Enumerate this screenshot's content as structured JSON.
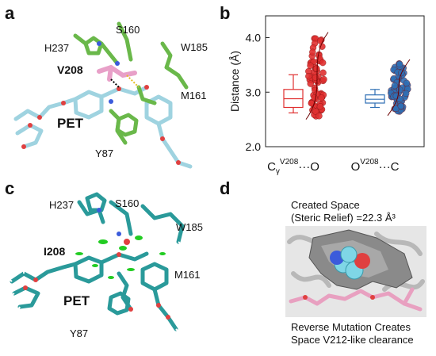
{
  "panels": {
    "a": {
      "label": "a",
      "residues": [
        "H237",
        "S160",
        "W185",
        "V208",
        "M161",
        "PET",
        "Y87"
      ]
    },
    "b": {
      "label": "b",
      "chart_data": {
        "type": "scatter",
        "ylabel": "Distance (Å)",
        "ylim": [
          2.0,
          4.4
        ],
        "yticks": [
          "2.0",
          "3.0",
          "4.0"
        ],
        "categories": [
          {
            "main": "C",
            "sub": "γ",
            "sup": "V208",
            "tail": "···O",
            "color": "#e03030",
            "box": {
              "min": 2.62,
              "q1": 2.72,
              "median": 2.88,
              "q3": 3.05,
              "max": 3.32
            }
          },
          {
            "main": "O",
            "sub": "",
            "sup": "V208",
            "tail": "···C",
            "color": "#2e6fb5",
            "box": {
              "min": 2.72,
              "q1": 2.8,
              "median": 2.87,
              "q3": 2.95,
              "max": 3.05
            }
          }
        ]
      }
    },
    "c": {
      "label": "c",
      "residues": [
        "H237",
        "S160",
        "W185",
        "I208",
        "M161",
        "PET",
        "Y87"
      ]
    },
    "d": {
      "label": "d",
      "title_line1": "Created Space",
      "title_line2": "(Steric Relief) =22.3 Å³",
      "caption_line1": "Reverse Mutation Creates",
      "caption_line2": "Space  V212-like clearance"
    }
  }
}
